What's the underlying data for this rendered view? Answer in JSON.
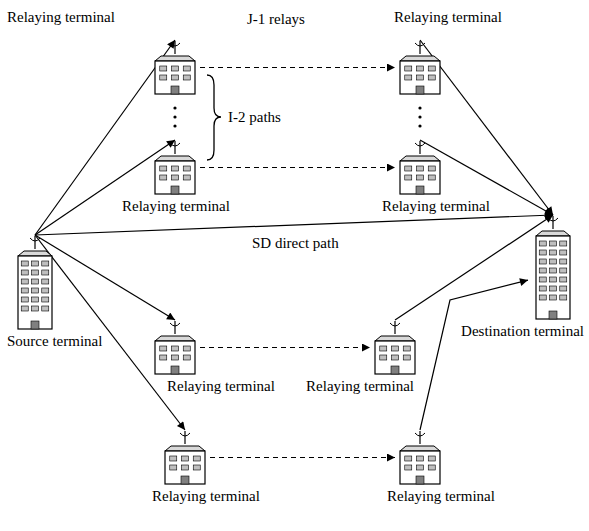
{
  "diagram": {
    "nodes": [
      {
        "text": [
          "Relaying terminal"
        ]
      },
      {
        "text": [
          "Relaying terminal"
        ]
      },
      {
        "text": [
          "Relaying terminal"
        ]
      },
      {
        "text": [
          "Relaying terminal"
        ]
      },
      {
        "text": [
          "Source terminal"
        ]
      },
      {
        "text": [
          "Destination terminal"
        ]
      },
      {
        "text": [
          "Relaying terminal"
        ]
      },
      {
        "text": [
          "Relaying terminal"
        ]
      },
      {
        "text": [
          "Relaying terminal"
        ]
      },
      {
        "text": [
          "Relaying terminal"
        ]
      }
    ],
    "edges": [
      {
        "from": 4,
        "to": 0,
        "arrow": "to"
      },
      {
        "from": 4,
        "to": 2,
        "arrow": "to"
      },
      {
        "from": 4,
        "to": 6,
        "arrow": "to"
      },
      {
        "from": 4,
        "to": 8,
        "arrow": "to"
      },
      {
        "from": 4,
        "to": 5,
        "label": "SD direct path",
        "arrow": "to"
      },
      {
        "from": 0,
        "to": 1,
        "arrow": "to"
      },
      {
        "from": 2,
        "to": 3,
        "arrow": "to"
      },
      {
        "from": 6,
        "to": 7,
        "arrow": "to"
      },
      {
        "from": 8,
        "to": 9,
        "arrow": "to"
      },
      {
        "from": 1,
        "to": 5,
        "arrow": "to"
      },
      {
        "from": 3,
        "to": 5,
        "arrow": "to"
      },
      {
        "from": 7,
        "to": 5,
        "arrow": "to"
      },
      {
        "from": 9,
        "to": 5,
        "arrow": "to"
      }
    ],
    "labels": [
      "J-1 relays",
      "I-2 paths"
    ]
  }
}
